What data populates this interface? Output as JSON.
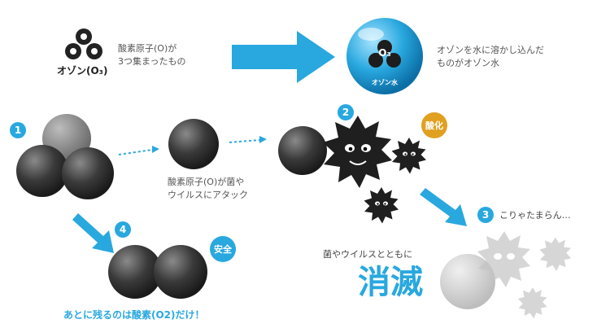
{
  "top": {
    "ozone_label": "オゾン(O₃)",
    "ozone_desc_line1": "酸素原子(O)が",
    "ozone_desc_line2": "3つ集まったもの",
    "o3_symbol": "O₃",
    "o3_ball_text": "オゾン水",
    "water_desc_line1": "オゾンを水に溶かし込んだ",
    "water_desc_line2": "ものがオゾン水"
  },
  "steps": [
    {
      "number": "1"
    },
    {
      "number": "2",
      "badge": "酸化"
    },
    {
      "number": "3",
      "text": "こりゃたまらん…"
    },
    {
      "number": "4",
      "badge": "安全"
    }
  ],
  "attack_text_line1": "酸素原子(O)が菌や",
  "attack_text_line2": "ウイルスにアタック",
  "disappear_text": "菌やウイルスとともに",
  "disappear_big": "消滅",
  "bottom_text": "あとに残るのは酸素(O2)だけ！",
  "colors": {
    "accent_blue": "#29a8df",
    "badge_orange": "#e0a020",
    "dark_ball": "#3a3a3a",
    "gray_ball": "#8a8a8a",
    "faded": "#cfcfcf"
  },
  "icons": [
    "ozone-molecule-icon",
    "big-arrow-icon",
    "o3-water-ball-icon",
    "germ-icon",
    "dotted-arrow-icon",
    "blue-arrow-icon",
    "oxygen-molecule-icon"
  ]
}
